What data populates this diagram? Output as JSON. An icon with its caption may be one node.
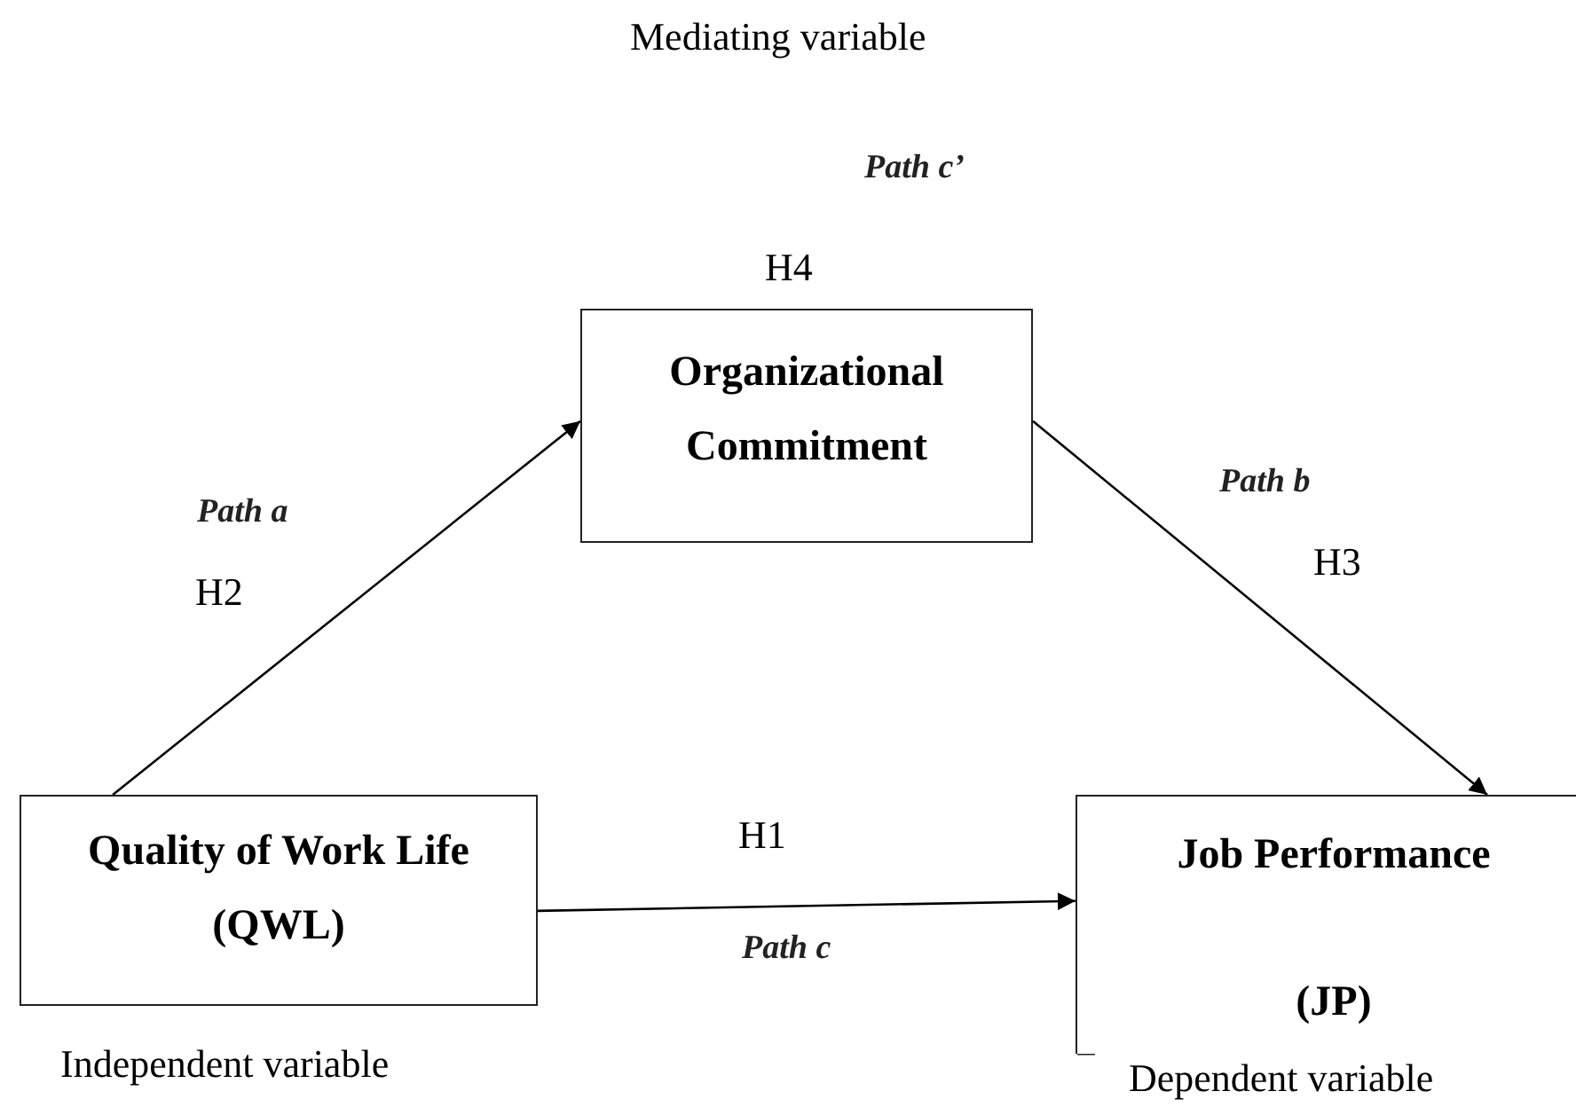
{
  "diagram": {
    "nodes": [
      {
        "text": [
          "Organizational Commitment"
        ]
      },
      {
        "text": [
          "Quality of Work Life (QWL)"
        ],
        "beside": [
          "Independent variable"
        ]
      },
      {
        "text": [
          "Job Performance",
          "(JP)"
        ],
        "beside": [
          "Dependent variable"
        ]
      }
    ],
    "edges": [
      {
        "from": 1,
        "to": 0,
        "arrow": "to"
      },
      {
        "from": 0,
        "to": 2,
        "arrow": "to"
      },
      {
        "from": 1,
        "to": 2,
        "arrow": "to"
      }
    ],
    "labels": [
      "Mediating variable",
      "Path c’",
      "H4",
      "Path a",
      "H2",
      "Path b",
      "H3",
      "H1",
      "Path c"
    ]
  }
}
